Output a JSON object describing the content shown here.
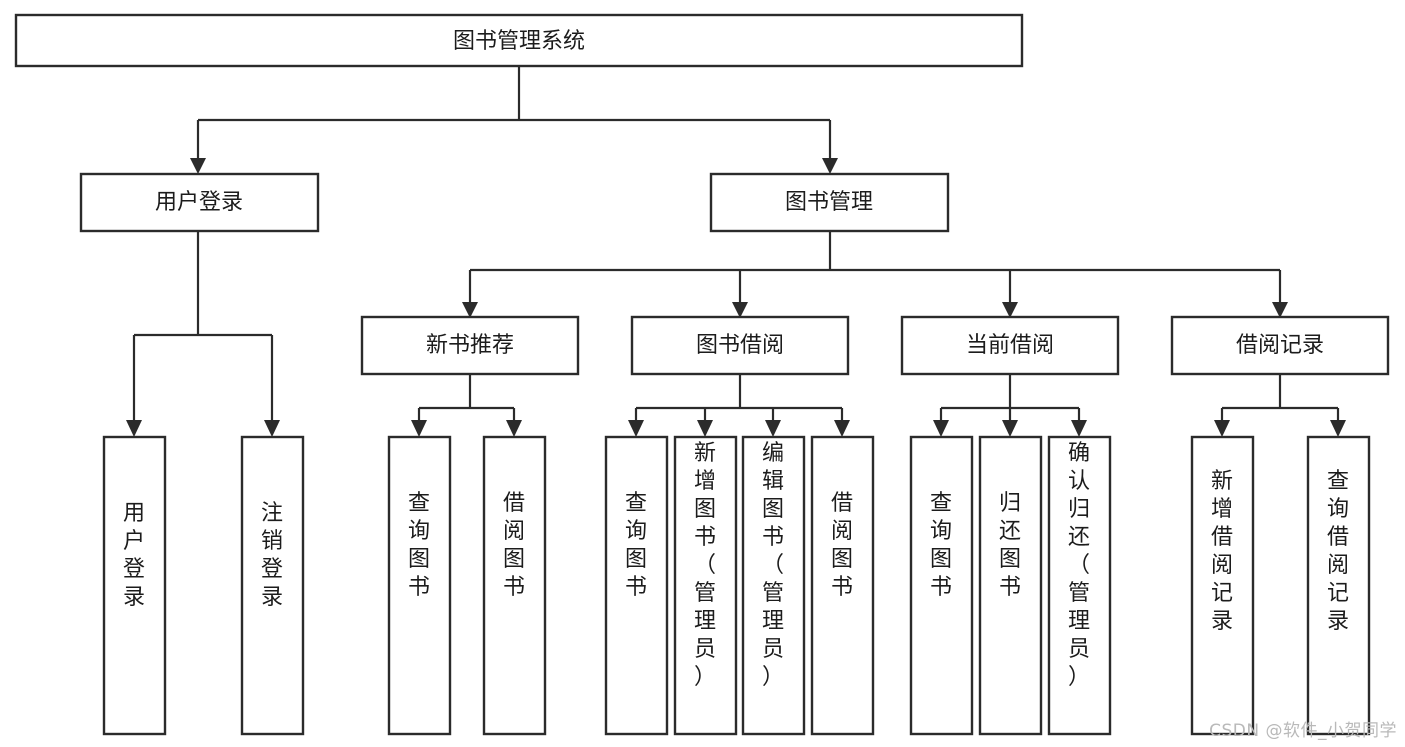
{
  "diagram": {
    "title": "图书管理系统",
    "type": "hierarchy-tree",
    "watermark": "CSDN @软件_小贺同学",
    "colors": {
      "stroke": "#2b2b2b",
      "fill": "#ffffff",
      "text": "#1c1c1c",
      "watermark": "#b9b9b9"
    },
    "levels": {
      "root": {
        "label": "图书管理系统"
      },
      "level2": [
        {
          "label": "用户登录"
        },
        {
          "label": "图书管理"
        }
      ],
      "level3": [
        {
          "label": "新书推荐"
        },
        {
          "label": "图书借阅"
        },
        {
          "label": "当前借阅"
        },
        {
          "label": "借阅记录"
        }
      ],
      "leaves": {
        "user_login": [
          {
            "label": "用户登录"
          },
          {
            "label": "注销登录"
          }
        ],
        "new_book": [
          {
            "label": "查询图书"
          },
          {
            "label": "借阅图书"
          }
        ],
        "book_borrow": [
          {
            "label": "查询图书"
          },
          {
            "label": "新增图书（管理员）"
          },
          {
            "label": "编辑图书（管理员）"
          },
          {
            "label": "借阅图书"
          }
        ],
        "current_borrow": [
          {
            "label": "查询图书"
          },
          {
            "label": "归还图书"
          },
          {
            "label": "确认归还（管理员）"
          }
        ],
        "borrow_record": [
          {
            "label": "新增借阅记录"
          },
          {
            "label": "查询借阅记录"
          }
        ]
      }
    },
    "edges": [
      {
        "from": "图书管理系统",
        "to": "用户登录"
      },
      {
        "from": "图书管理系统",
        "to": "图书管理"
      },
      {
        "from": "图书管理",
        "to": "新书推荐"
      },
      {
        "from": "图书管理",
        "to": "图书借阅"
      },
      {
        "from": "图书管理",
        "to": "当前借阅"
      },
      {
        "from": "图书管理",
        "to": "借阅记录"
      },
      {
        "from": "用户登录",
        "to": "用户登录"
      },
      {
        "from": "用户登录",
        "to": "注销登录"
      },
      {
        "from": "新书推荐",
        "to": "查询图书"
      },
      {
        "from": "新书推荐",
        "to": "借阅图书"
      },
      {
        "from": "图书借阅",
        "to": "查询图书"
      },
      {
        "from": "图书借阅",
        "to": "新增图书（管理员）"
      },
      {
        "from": "图书借阅",
        "to": "编辑图书（管理员）"
      },
      {
        "from": "图书借阅",
        "to": "借阅图书"
      },
      {
        "from": "当前借阅",
        "to": "查询图书"
      },
      {
        "from": "当前借阅",
        "to": "归还图书"
      },
      {
        "from": "当前借阅",
        "to": "确认归还（管理员）"
      },
      {
        "from": "借阅记录",
        "to": "新增借阅记录"
      },
      {
        "from": "借阅记录",
        "to": "查询借阅记录"
      }
    ]
  }
}
